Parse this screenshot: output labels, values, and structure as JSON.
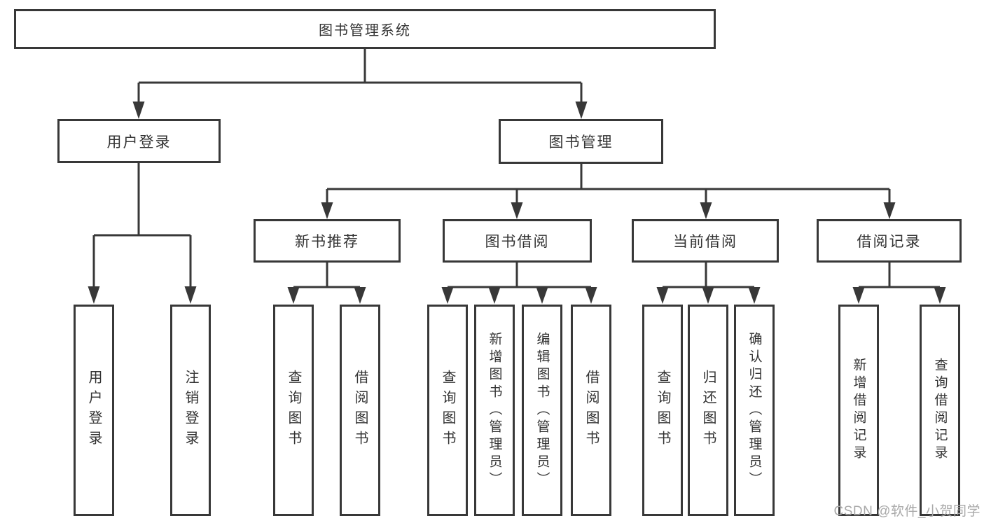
{
  "title": {
    "label": "图书管理系统"
  },
  "level2": [
    {
      "label": "用户登录"
    },
    {
      "label": "图书管理"
    }
  ],
  "level3": [
    {
      "label": "新书推荐"
    },
    {
      "label": "图书借阅"
    },
    {
      "label": "当前借阅"
    },
    {
      "label": "借阅记录"
    }
  ],
  "leaves": {
    "user_login": [
      {
        "label": "用户登录"
      },
      {
        "label": "注销登录"
      }
    ],
    "new_book": [
      {
        "label": "查询图书"
      },
      {
        "label": "借阅图书"
      }
    ],
    "borrow": [
      {
        "label": "查询图书"
      },
      {
        "label": "新增图书（管理员）"
      },
      {
        "label": "编辑图书（管理员）"
      },
      {
        "label": "借阅图书"
      }
    ],
    "current": [
      {
        "label": "查询图书"
      },
      {
        "label": "归还图书"
      },
      {
        "label": "确认归还（管理员）"
      }
    ],
    "records": [
      {
        "label": "新增借阅记录"
      },
      {
        "label": "查询借阅记录"
      }
    ]
  },
  "watermark": "CSDN @软件_小贺同学",
  "colors": {
    "line": "#383838",
    "text": "#333333",
    "watermark": "#a9a9a9",
    "background": "#ffffff"
  }
}
